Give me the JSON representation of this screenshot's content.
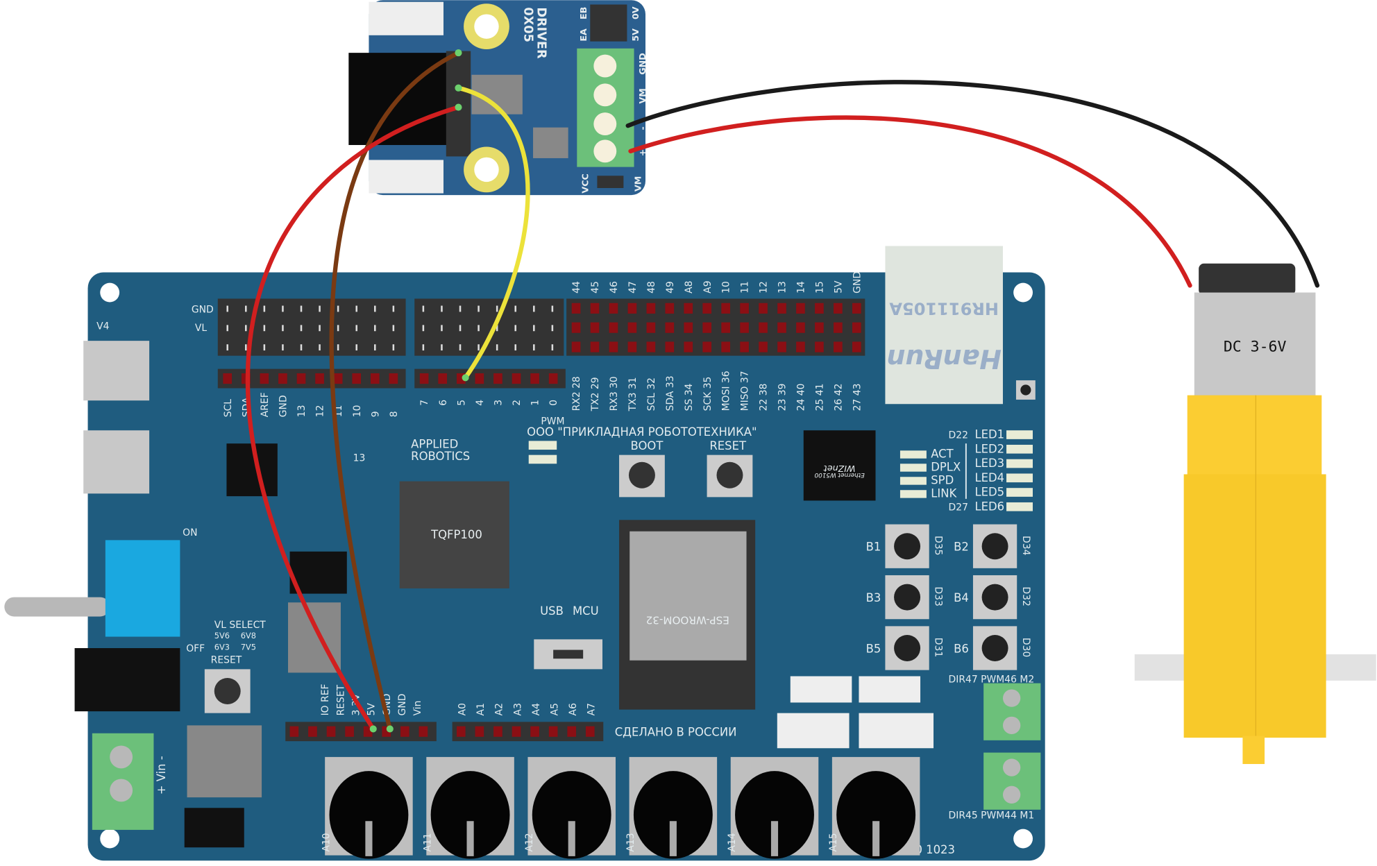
{
  "colors": {
    "board": "#1f5c7f",
    "driver": "#2b5f8f",
    "terminal": "#6cc07a",
    "wire_brown": "#7a3a12",
    "wire_red": "#d11f1f",
    "wire_yellow": "#ece23a",
    "wire_black": "#1a1a1a",
    "motor_yellow": "#fbcd32"
  },
  "driver": {
    "name": "DRIVER",
    "model": "0X05",
    "jumper_top": [
      "EA",
      "EB"
    ],
    "jumper_side": [
      "5V",
      "0V"
    ],
    "terminal_labels": [
      "GND",
      "VM",
      "-",
      "+"
    ],
    "bottom_labels": [
      "VCC",
      "VM"
    ]
  },
  "board": {
    "version": "V4",
    "left_header_labels": [
      "GND",
      "VL"
    ],
    "top_pin_labels": [
      "44",
      "45",
      "46",
      "47",
      "48",
      "49",
      "A8",
      "A9",
      "10",
      "11",
      "12",
      "13",
      "14",
      "15",
      "5V",
      "GND"
    ],
    "lower_right_labels": [
      "RX2 28",
      "TX2 29",
      "RX3 30",
      "TX3 31",
      "SCL 32",
      "SDA 33",
      "SS 34",
      "SCK 35",
      "MOSI 36",
      "MISO 37",
      "22 38",
      "23 39",
      "24 40",
      "25 41",
      "26 42",
      "27 43"
    ],
    "digital_labels_a": [
      "SCL",
      "SDA",
      "AREF",
      "GND",
      "13",
      "12",
      "11",
      "10",
      "9",
      "8"
    ],
    "digital_labels_b": [
      "7",
      "6",
      "5",
      "4",
      "3",
      "2",
      "1",
      "0"
    ],
    "brand": [
      "APPLIED",
      "ROBOTICS"
    ],
    "company": "ООО \"ПРИКЛАДНАЯ РОБОТОТЕХНИКА\"",
    "pwm": "PWM",
    "chip": "TQFP100",
    "esp": "ESP-WROOM-32",
    "wiznet": [
      "WIZnet",
      "Ethernet W5100"
    ],
    "ethernet": [
      "HR911105A",
      "HanRun"
    ],
    "boot": "BOOT",
    "reset": "RESET",
    "pin13": "13",
    "eth_leds": [
      "ACT",
      "DPLX",
      "SPD",
      "LINK"
    ],
    "leds": [
      "LED1",
      "LED2",
      "LED3",
      "LED4",
      "LED5",
      "LED6"
    ],
    "led_range": [
      "D22",
      "D27"
    ],
    "buttons": [
      {
        "b": "B1",
        "d": "D35"
      },
      {
        "b": "B2",
        "d": "D34"
      },
      {
        "b": "B3",
        "d": "D33"
      },
      {
        "b": "B4",
        "d": "D32"
      },
      {
        "b": "B5",
        "d": "D31"
      },
      {
        "b": "B6",
        "d": "D30"
      }
    ],
    "usb_mcu": [
      "USB",
      "MCU"
    ],
    "switch": [
      "ON",
      "OFF"
    ],
    "vl_select": [
      "VL SELECT",
      "5V6",
      "6V8",
      "6V3",
      "7V5"
    ],
    "reset_left": "RESET",
    "power_labels": [
      "IO REF",
      "RESET",
      "3.3V",
      "5V",
      "GND",
      "GND",
      "Vin"
    ],
    "analog_labels": [
      "A0",
      "A1",
      "A2",
      "A3",
      "A4",
      "A5",
      "A6",
      "A7"
    ],
    "made_in": "СДЕЛАНО В РОССИИ",
    "pots": [
      "A10",
      "A11",
      "A12",
      "A13",
      "A14",
      "A15"
    ],
    "pot_range": "0 1023",
    "m2": "DIR47 PWM46 M2",
    "m1": "DIR45 PWM44 M1",
    "vin": "+ Vin -"
  },
  "motor": {
    "label": "DC 3-6V"
  }
}
